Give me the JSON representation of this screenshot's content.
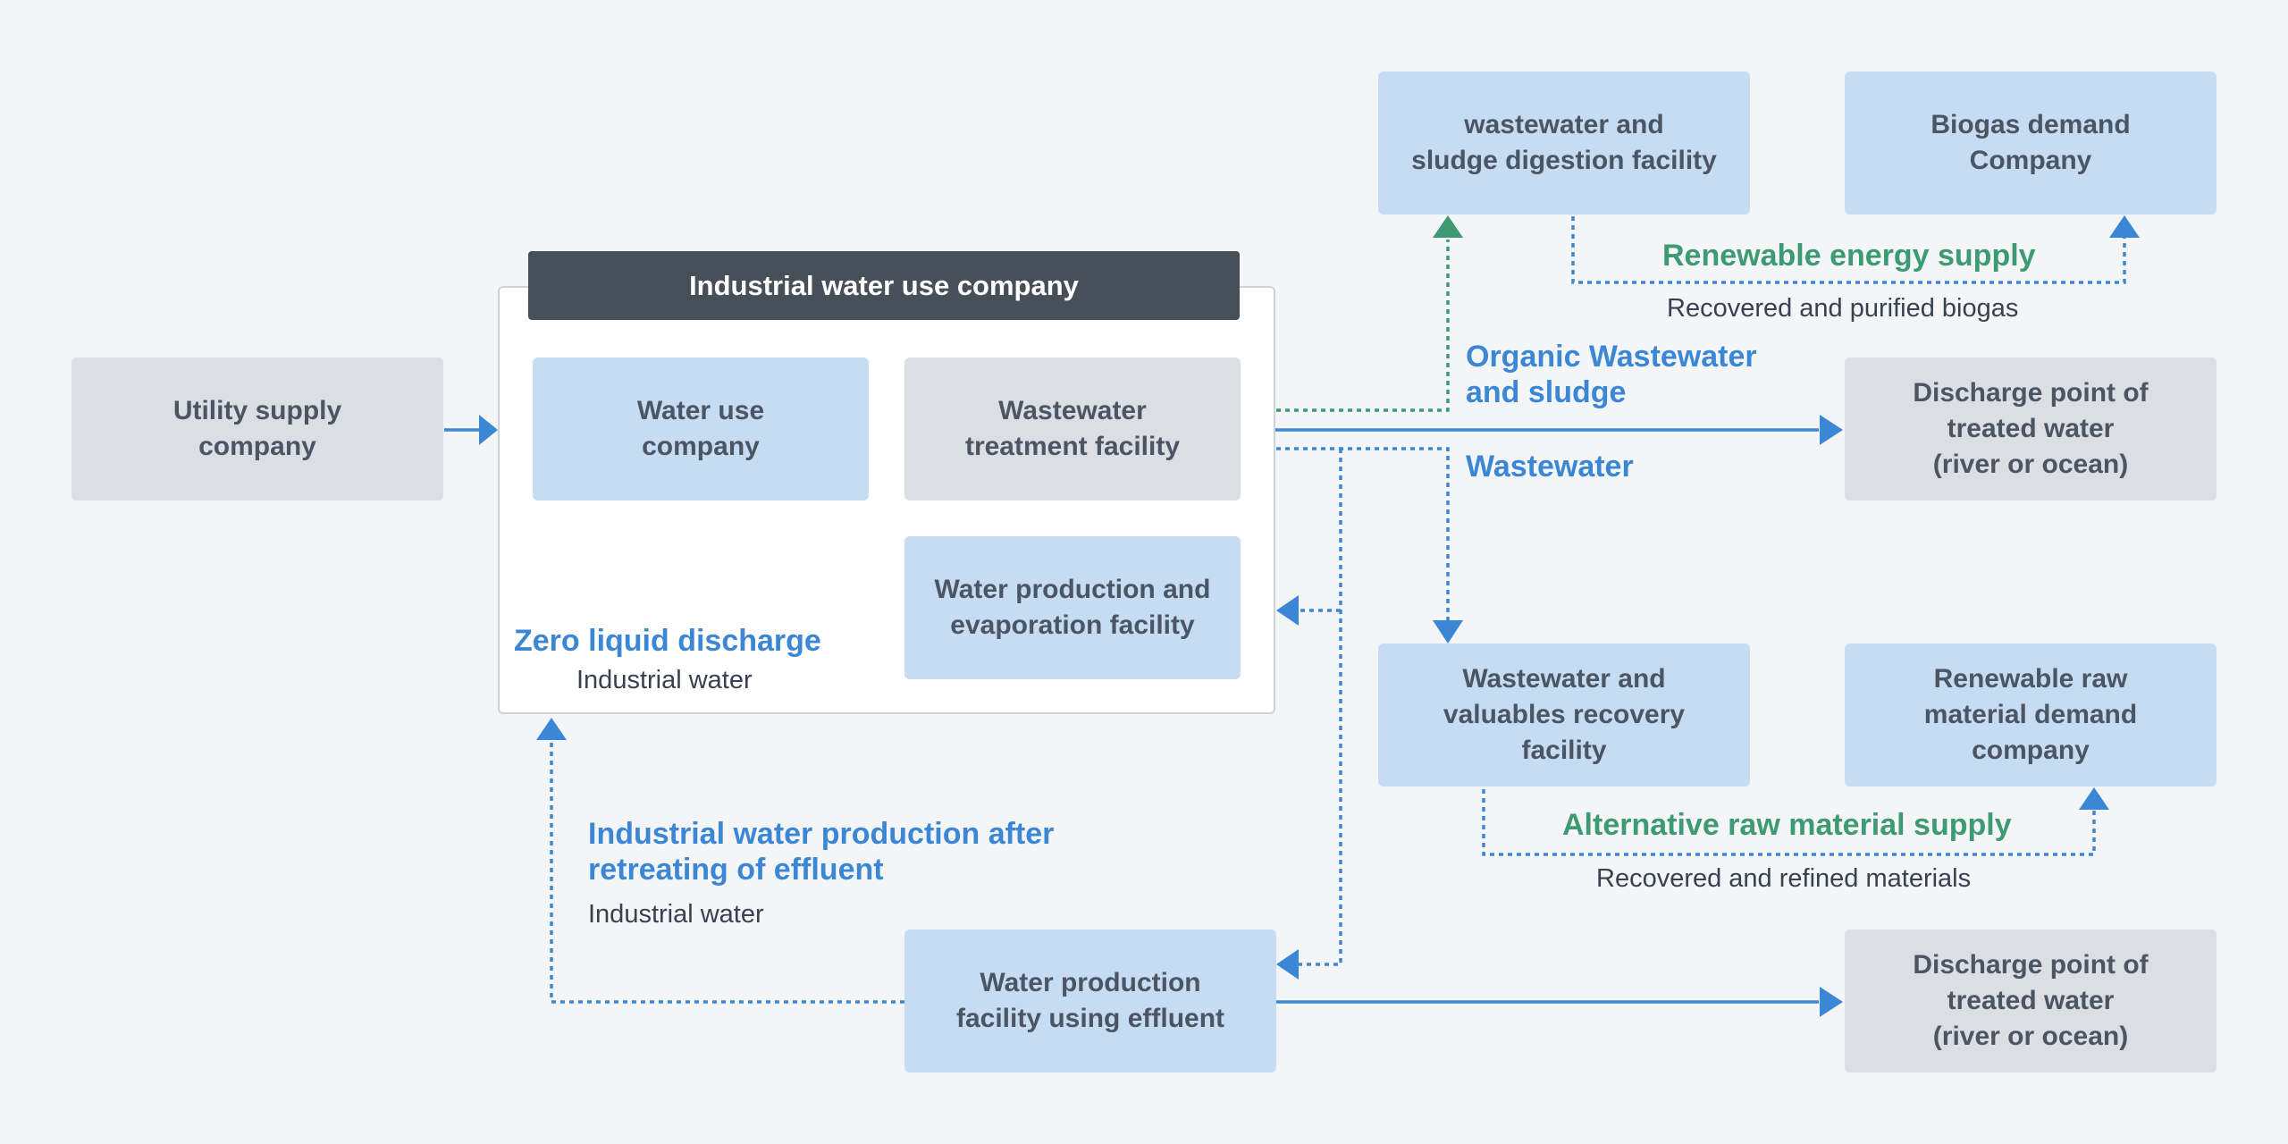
{
  "colors": {
    "background": "#f4f5f7",
    "node_blue": "#c5dcf2",
    "node_grey": "#dbdfe3",
    "header_dark": "#474f59",
    "flow_blue": "#3b87d6",
    "flow_green": "#3e9a72",
    "node_text": "#4b5563"
  },
  "nodes": {
    "utility_supply": "Utility supply\ncompany",
    "company_header": "Industrial water use company",
    "water_use": "Water use\ncompany",
    "wastewater_treatment": "Wastewater\ntreatment facility",
    "water_production_evap": "Water production and\nevaporation facility",
    "digestion": "wastewater and\nsludge digestion facility",
    "biogas_demand": "Biogas demand\nCompany",
    "discharge_top": "Discharge point of\ntreated water\n(river or ocean)",
    "valuables_recovery": "Wastewater and\nvaluables recovery\nfacility",
    "raw_material_demand": "Renewable raw\nmaterial demand\ncompany",
    "effluent_production": "Water production\nfacility using effluent",
    "discharge_bottom": "Discharge point of\ntreated water\n(river or ocean)"
  },
  "labels": {
    "zero_liquid_discharge": "Zero liquid discharge",
    "industrial_water_zld": "Industrial water",
    "renewable_energy_supply": "Renewable energy supply",
    "recovered_biogas": "Recovered and purified biogas",
    "organic_wastewater": "Organic Wastewater\nand sludge",
    "wastewater": "Wastewater",
    "alternative_raw_material": "Alternative raw material supply",
    "recovered_materials": "Recovered and refined materials",
    "effluent_retreating": "Industrial water production after\nretreating of effluent",
    "industrial_water_effluent": "Industrial water"
  }
}
